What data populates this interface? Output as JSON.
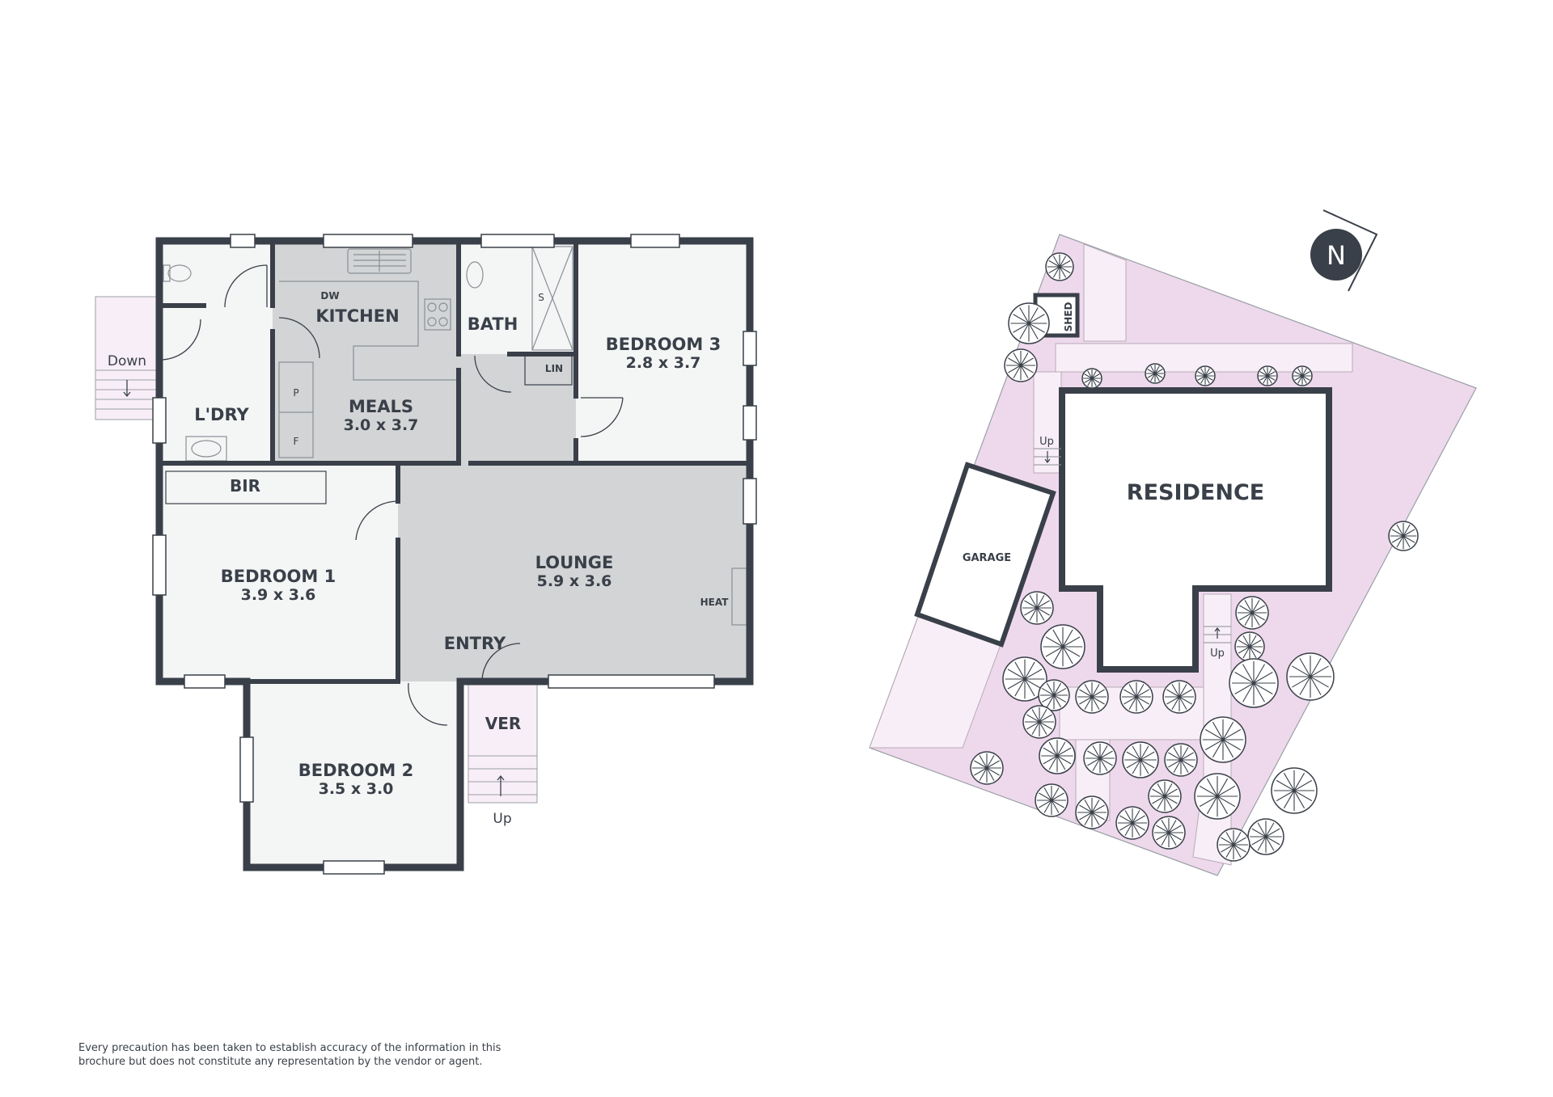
{
  "floorplan": {
    "rooms": {
      "kitchen": "KITCHEN",
      "dw": "DW",
      "bath": "BATH",
      "shower": "S",
      "lin": "LIN",
      "bedroom3_name": "BEDROOM 3",
      "bedroom3_size": "2.8 x 3.7",
      "laundry": "L'DRY",
      "pantry": "P",
      "fridge": "F",
      "meals_name": "MEALS",
      "meals_size": "3.0 x 3.7",
      "bir": "BIR",
      "bedroom1_name": "BEDROOM 1",
      "bedroom1_size": "3.9 x 3.6",
      "lounge_name": "LOUNGE",
      "lounge_size": "5.9 x 3.6",
      "heat": "HEAT",
      "entry": "ENTRY",
      "verandah": "VER",
      "bedroom2_name": "BEDROOM 2",
      "bedroom2_size": "3.5 x 3.0"
    },
    "stairs": {
      "down": "Down",
      "up": "Up"
    }
  },
  "siteplan": {
    "residence": "RESIDENCE",
    "garage": "GARAGE",
    "shed": "SHED",
    "up_left": "Up",
    "up_right": "Up",
    "north": "N"
  },
  "colors": {
    "wall": "#3a4049",
    "room_fill": "#f4f5f5",
    "living_fill": "#d2d4d6",
    "site_fill": "#eed9ec",
    "path_fill": "#f8eef7"
  },
  "disclaimer": {
    "line1": "Every precaution has been taken to establish accuracy of the information in this",
    "line2": "brochure but does not constitute any representation by the vendor or agent."
  }
}
